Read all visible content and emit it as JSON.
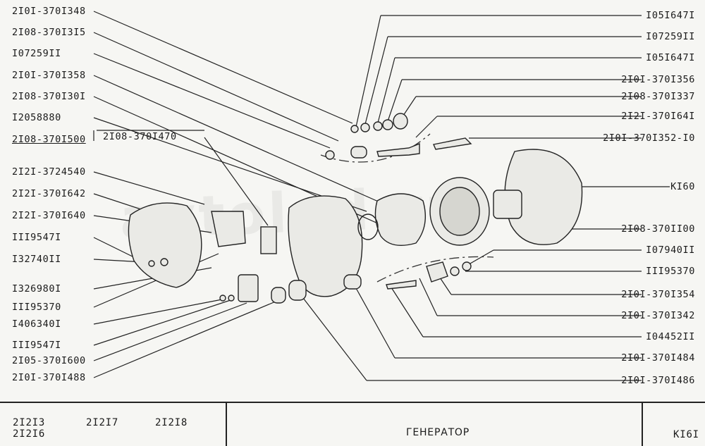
{
  "watermark": "avtolad.ru",
  "labels_left": [
    "2I0I-370I348",
    "2I08-370I3I5",
    "I07259II",
    "2I0I-370I358",
    "2I08-370I30I",
    "I2058880",
    "2I08-370I500",
    "2I2I-3724540",
    "2I2I-370I642",
    "2I2I-370I640",
    "III9547I",
    "I32740II",
    "I326980I",
    "III95370",
    "I406340I",
    "III9547I",
    "2I05-370I600",
    "2I0I-370I488"
  ],
  "box_label": "2I08-370I470",
  "labels_right": [
    "I05I647I",
    "I07259II",
    "I05I647I",
    "2I0I-370I356",
    "2I08-370I337",
    "2I2I-370I64I",
    "2I0I-370I352-I0",
    "KI60",
    "2I08-370II00",
    "I07940II",
    "III95370",
    "2I0I-370I354",
    "2I0I-370I342",
    "I04452II",
    "2I0I-370I484",
    "2I0I-370I486"
  ],
  "title_block": {
    "models_line1": "2I2I3",
    "models_line2": "2I2I6",
    "model_2": "2I2I7",
    "model_3": "2I2I8",
    "name": "ГЕНЕРАТОР",
    "code": "KI6I"
  }
}
